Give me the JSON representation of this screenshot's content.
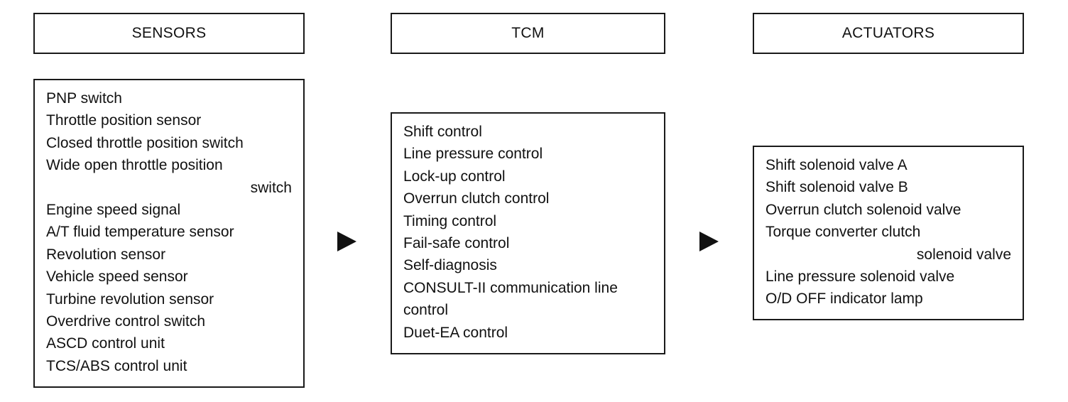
{
  "headers": {
    "sensors": "SENSORS",
    "tcm": "TCM",
    "actuators": "ACTUATORS"
  },
  "sensors": [
    "PNP switch",
    "Throttle position sensor",
    "Closed throttle position switch",
    "Wide open throttle position",
    "switch",
    "Engine speed signal",
    "A/T fluid temperature sensor",
    "Revolution sensor",
    "Vehicle speed sensor",
    "Turbine revolution sensor",
    "Overdrive control switch",
    "ASCD control unit",
    "TCS/ABS control unit"
  ],
  "tcm": [
    "Shift control",
    "Line pressure control",
    "Lock-up control",
    "Overrun clutch control",
    "Timing control",
    "Fail-safe control",
    "Self-diagnosis",
    "CONSULT-II communication line",
    "control",
    "Duet-EA control"
  ],
  "actuators": [
    "Shift solenoid valve A",
    "Shift solenoid valve B",
    "Overrun clutch solenoid valve",
    "Torque converter clutch",
    "solenoid valve",
    "Line pressure solenoid valve",
    "O/D OFF indicator lamp"
  ]
}
